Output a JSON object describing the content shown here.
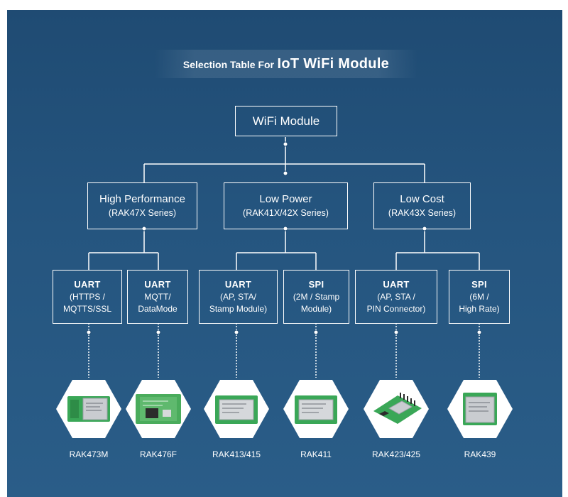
{
  "title": {
    "prefix": "Selection Table  For",
    "main": "IoT WiFi Module"
  },
  "root": {
    "label": "WiFi Module"
  },
  "categories": [
    {
      "name": "High Performance",
      "series": "(RAK47X Series)"
    },
    {
      "name": "Low Power",
      "series": "(RAK41X/42X Series)"
    },
    {
      "name": "Low Cost",
      "series": "(RAK43X Series)"
    }
  ],
  "interfaces": [
    {
      "type": "UART",
      "lines": [
        "(HTTPS /",
        "MQTTS/SSL"
      ]
    },
    {
      "type": "UART",
      "lines": [
        "MQTT/",
        "DataMode"
      ]
    },
    {
      "type": "UART",
      "lines": [
        "(AP, STA/",
        "Stamp Module)"
      ]
    },
    {
      "type": "SPI",
      "lines": [
        "(2M / Stamp",
        "Module)"
      ]
    },
    {
      "type": "UART",
      "lines": [
        "(AP, STA /",
        "PIN Connector)"
      ]
    },
    {
      "type": "SPI",
      "lines": [
        "(6M /",
        "High Rate)"
      ]
    }
  ],
  "products": [
    {
      "name": "RAK473M",
      "variant": "module-green"
    },
    {
      "name": "RAK476F",
      "variant": "module-chip"
    },
    {
      "name": "RAK413/415",
      "variant": "module-stamp"
    },
    {
      "name": "RAK411",
      "variant": "module-stamp"
    },
    {
      "name": "RAK423/425",
      "variant": "module-pin"
    },
    {
      "name": "RAK439",
      "variant": "module-small"
    }
  ],
  "colors": {
    "background": "#25557f",
    "line": "#ffffff",
    "pcb": "#3aa757",
    "shield": "#c9ccd0"
  }
}
